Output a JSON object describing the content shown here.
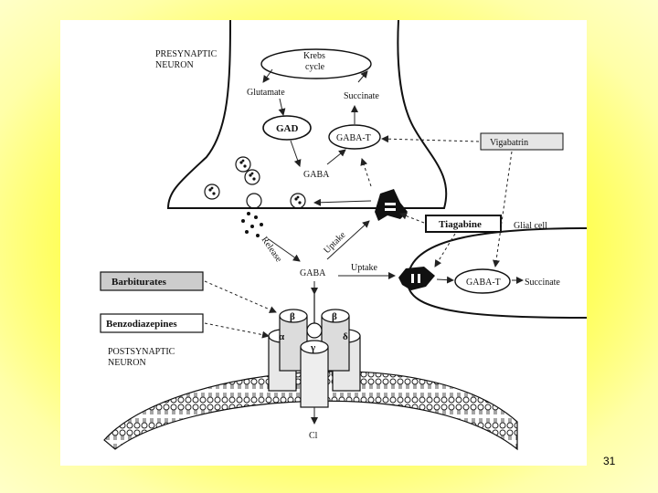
{
  "diagram": {
    "presynaptic_line1": "PRESYNAPTIC",
    "presynaptic_line2": "NEURON",
    "krebs_line1": "Krebs",
    "krebs_line2": "cycle",
    "glutamate": "Glutamate",
    "succinate_top": "Succinate",
    "gad": "GAD",
    "gaba_t_top": "GABA-T",
    "vigabatrin": "Vigabatrin",
    "gaba_presyn": "GABA",
    "tiagabine": "Tiagabine",
    "glial_cell": "Glial cell",
    "release": "Release",
    "uptake_1": "Uptake",
    "gaba_cleft": "GABA",
    "uptake_2": "Uptake",
    "gaba_t_glial": "GABA-T",
    "succinate_glial": "Succinate",
    "barbiturates": "Barbiturates",
    "benzodiazepines": "Benzodiazepines",
    "postsynaptic_line1": "POSTSYNAPTIC",
    "postsynaptic_line2": "NEURON",
    "subunit_beta1": "β",
    "subunit_beta2": "β",
    "subunit_alpha": "α",
    "subunit_gamma": "γ",
    "subunit_delta": "δ",
    "cl": "Cl"
  },
  "slide_number": "31"
}
